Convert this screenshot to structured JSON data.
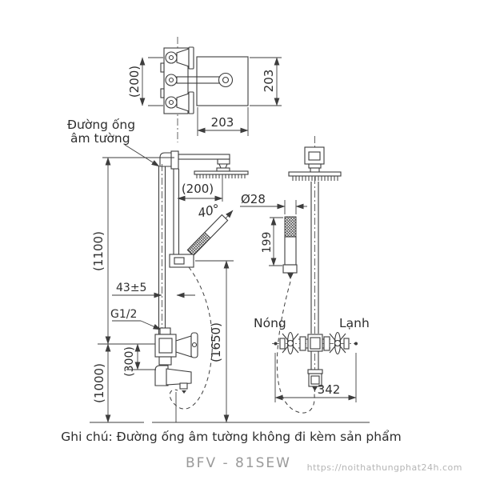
{
  "drawing": {
    "type": "shower-system-installation-diagram",
    "views": [
      "top-plan-view",
      "side-elevation",
      "front-elevation"
    ]
  },
  "labels": {
    "concealed_pipe_line1": "Đường ống",
    "concealed_pipe_line2": "âm tường",
    "hot": "Nóng",
    "cold": "Lạnh",
    "thread_size": "G1/2",
    "spray_angle": "40°"
  },
  "dimensions": {
    "top_view_depth": "(200)",
    "head_plate_height": "203",
    "head_plate_width": "203",
    "head_offset": "(200)",
    "upper_run": "(1100)",
    "lower_run": "(1000)",
    "rail_gap": "43±5",
    "spout_drop": "(300)",
    "hose_reach": "(1650)",
    "hand_shower_dia": "Ø28",
    "hand_shower_len": "199",
    "valve_width": "342"
  },
  "footer": {
    "note": "Ghi chú: Đường ống âm tường không đi kèm sản phẩm",
    "model": "BFV - 81SEW",
    "watermark_url": "https://noithathungphat24h.com"
  },
  "colors": {
    "line": "#3d3d3d",
    "text": "#2e2e2e",
    "model_text": "#9a9a9a",
    "watermark": "#b5b5b5",
    "background": "#ffffff"
  }
}
